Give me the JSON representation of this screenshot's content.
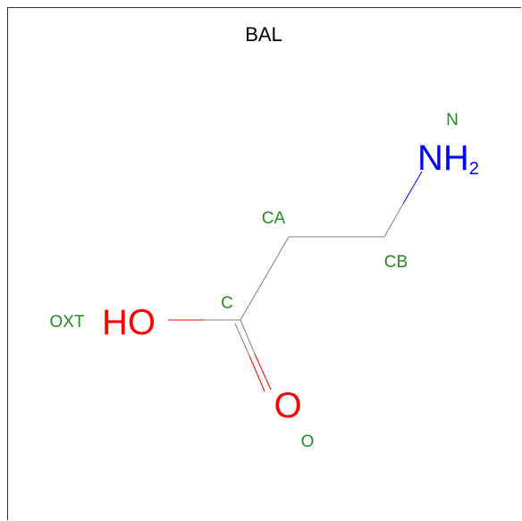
{
  "title": "BAL",
  "colors": {
    "atom_name": "#228b22",
    "nitrogen": "#0000ff",
    "oxygen": "#ff0000",
    "bond": "#808080",
    "frame": "#333333"
  },
  "atoms": [
    {
      "id": "N",
      "name": "N",
      "element_label": "NH",
      "subscript": "2",
      "element": "N"
    },
    {
      "id": "CB",
      "name": "CB",
      "element_label": "",
      "subscript": "",
      "element": "C"
    },
    {
      "id": "CA",
      "name": "CA",
      "element_label": "",
      "subscript": "",
      "element": "C"
    },
    {
      "id": "C",
      "name": "C",
      "element_label": "",
      "subscript": "",
      "element": "C"
    },
    {
      "id": "O",
      "name": "O",
      "element_label": "O",
      "subscript": "",
      "element": "O"
    },
    {
      "id": "OXT",
      "name": "OXT",
      "element_label": "HO",
      "subscript": "",
      "element": "O"
    }
  ],
  "bonds": [
    {
      "from": "N",
      "to": "CB",
      "order": 1
    },
    {
      "from": "CB",
      "to": "CA",
      "order": 1
    },
    {
      "from": "CA",
      "to": "C",
      "order": 1
    },
    {
      "from": "C",
      "to": "OXT",
      "order": 1
    },
    {
      "from": "C",
      "to": "O",
      "order": 2
    }
  ]
}
